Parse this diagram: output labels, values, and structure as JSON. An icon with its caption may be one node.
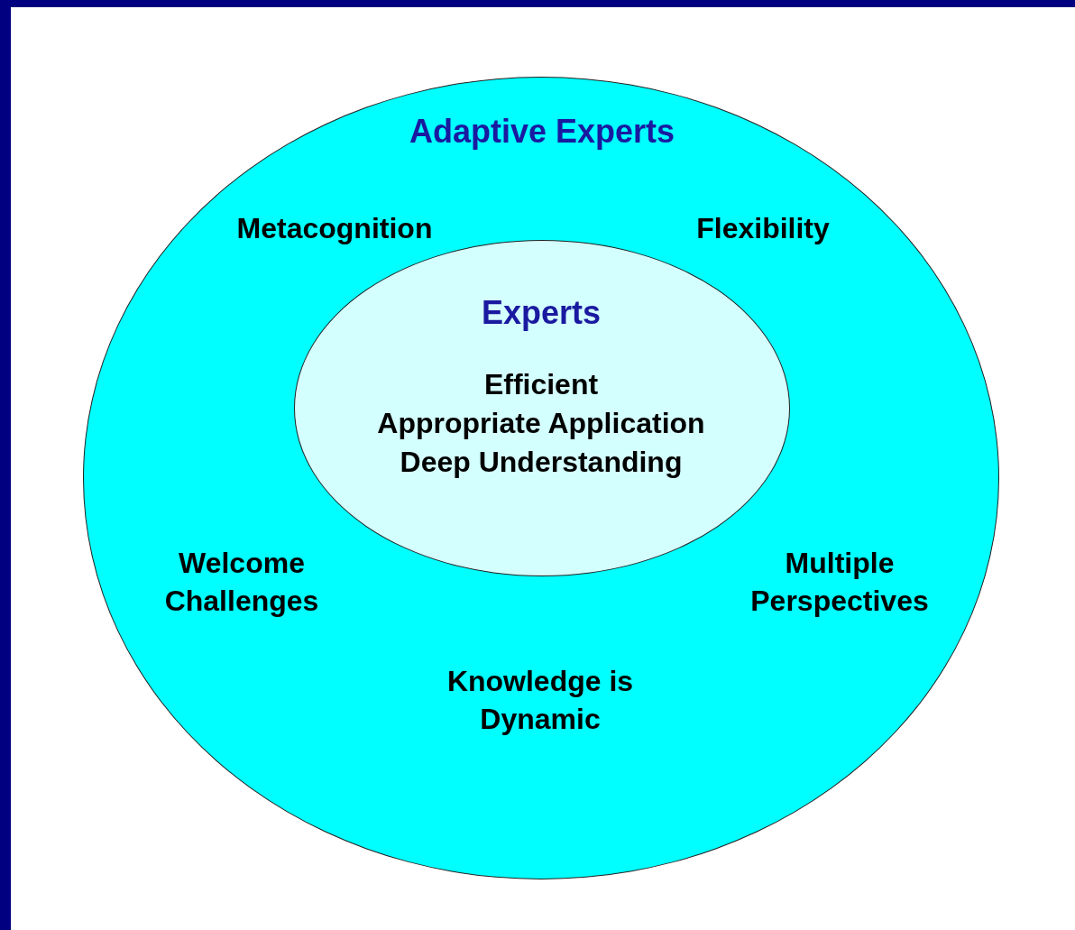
{
  "diagram": {
    "nodes": [
      {
        "text": [
          "Adaptive Experts",
          "Metacognition",
          "Flexibility",
          "Welcome Challenges",
          "Multiple Perspectives",
          "Knowledge is Dynamic"
        ]
      },
      {
        "text": [
          "Experts",
          "Efficient",
          "Appropriate Application",
          "Deep Understanding"
        ],
        "in": 0
      }
    ]
  }
}
